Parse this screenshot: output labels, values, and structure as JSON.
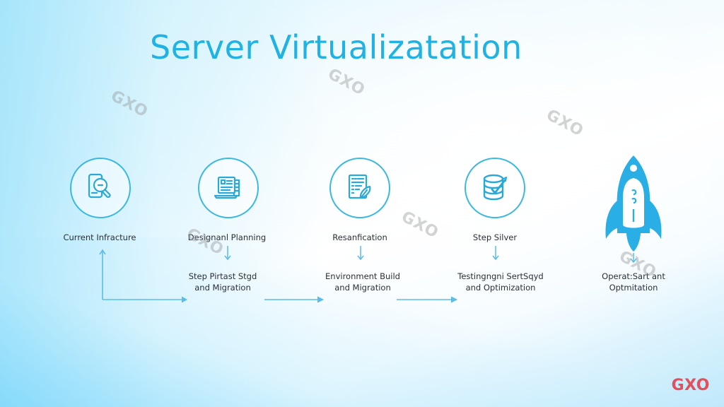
{
  "title": "Server Virtualizatation",
  "colors": {
    "accent": "#1fb2e3",
    "icon_stroke": "#2aa8d8",
    "rocket": "#29aee6",
    "arrow": "#5bbde3",
    "text": "#2a2f36",
    "logo": "#e0505d",
    "watermark": "#969696"
  },
  "steps": [
    {
      "icon": "magnifier-document-icon",
      "label": "Current Infracture"
    },
    {
      "icon": "laptop-document-icon",
      "label": "Designanl Planning",
      "sub_label": [
        "Step Pirtast Stgd",
        "and Migration"
      ]
    },
    {
      "icon": "checklist-pen-icon",
      "label": "Resanfication",
      "sub_label": [
        "Environment Build",
        "and Migration"
      ]
    },
    {
      "icon": "database-check-icon",
      "label": "Step Silver",
      "sub_label": [
        "Testingngni SertSqyd",
        "and Optimization"
      ]
    },
    {
      "icon": "rocket-icon",
      "sub_label": [
        "Operat:Sart ant",
        "Optmitation"
      ]
    }
  ],
  "watermarks": [
    "GXO",
    "GXO",
    "GXO",
    "GXO",
    "GXO",
    "GXO"
  ],
  "logo": "GXO"
}
